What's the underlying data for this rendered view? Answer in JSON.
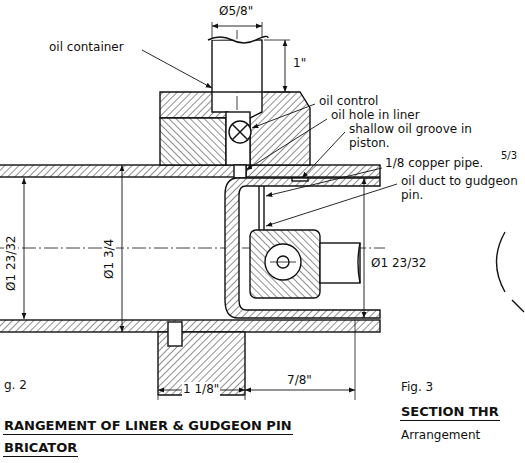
{
  "diagram": {
    "labels": [
      "oil container",
      "Ø5/8\"",
      "1\"",
      "oil control",
      "oil hole in liner",
      "shallow oil groove in piston.",
      "1/8 copper pipe.",
      "5/3",
      "oil duct to gudgeon pin.",
      "Ø1 23/32",
      "Ø1 3/4",
      "Ø1 23/32",
      "1 1/8\"",
      "7/8\"",
      "g. 2",
      "RANGEMENT OF LINER & GUDGEON PIN",
      "BRICATOR",
      "Fig. 3",
      "SECTION THR",
      "Arrangement"
    ]
  }
}
